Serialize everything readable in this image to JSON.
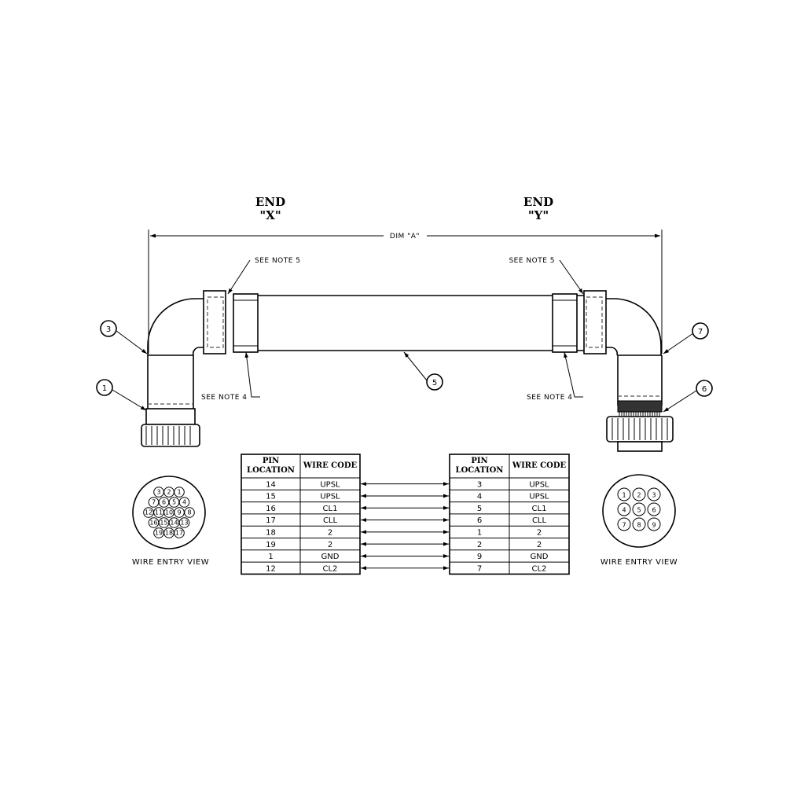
{
  "end_x": {
    "line1": "END",
    "line2": "\"X\""
  },
  "end_y": {
    "line1": "END",
    "line2": "\"Y\""
  },
  "dimension_label": "DIM \"A\"",
  "notes": {
    "see_note_5_left": "SEE NOTE 5",
    "see_note_5_right": "SEE NOTE 5",
    "see_note_4_left": "SEE NOTE 4",
    "see_note_4_right": "SEE NOTE 4"
  },
  "balloons": {
    "b1": "1",
    "b3": "3",
    "b5": "5",
    "b6": "6",
    "b7": "7"
  },
  "wire_entry_view_left": "WIRE ENTRY VIEW",
  "wire_entry_view_right": "WIRE ENTRY VIEW",
  "connector_x_pins": [
    [
      "3",
      "2",
      "1"
    ],
    [
      "7",
      "6",
      "5",
      "4"
    ],
    [
      "12",
      "11",
      "10",
      "9",
      "8"
    ],
    [
      "16",
      "15",
      "14",
      "13"
    ],
    [
      "19",
      "18",
      "17"
    ]
  ],
  "connector_y_pins": [
    [
      "1",
      "2",
      "3"
    ],
    [
      "4",
      "5",
      "6"
    ],
    [
      "7",
      "8",
      "9"
    ]
  ],
  "table_x": {
    "header_pin_1": "PIN",
    "header_pin_2": "LOCATION",
    "header_code": "WIRE CODE",
    "rows": [
      [
        "14",
        "UPSL"
      ],
      [
        "15",
        "UPSL"
      ],
      [
        "16",
        "CL1"
      ],
      [
        "17",
        "CLL"
      ],
      [
        "18",
        "2"
      ],
      [
        "19",
        "2"
      ],
      [
        "1",
        "GND"
      ],
      [
        "12",
        "CL2"
      ]
    ]
  },
  "table_y": {
    "header_pin_1": "PIN",
    "header_pin_2": "LOCATION",
    "header_code": "WIRE CODE",
    "rows": [
      [
        "3",
        "UPSL"
      ],
      [
        "4",
        "UPSL"
      ],
      [
        "5",
        "CL1"
      ],
      [
        "6",
        "CLL"
      ],
      [
        "1",
        "2"
      ],
      [
        "2",
        "2"
      ],
      [
        "9",
        "GND"
      ],
      [
        "7",
        "CL2"
      ]
    ]
  }
}
